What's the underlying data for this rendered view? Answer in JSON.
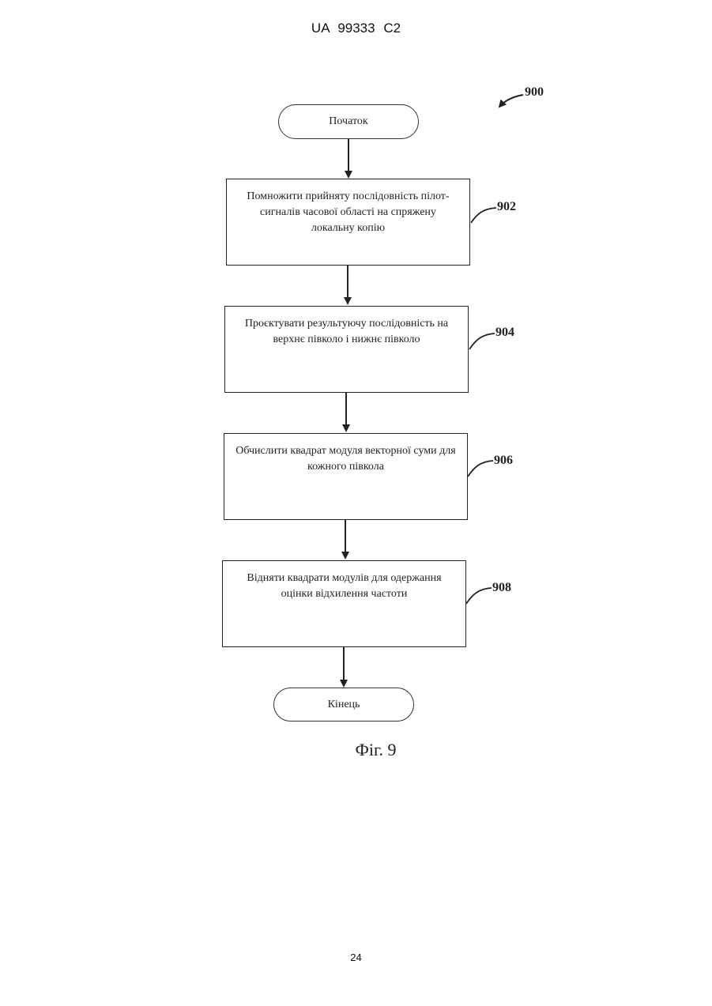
{
  "header": {
    "text": "UA   99333   C2"
  },
  "diagram": {
    "ref": "900",
    "start_label": "Початок",
    "end_label": "Кінець",
    "steps": [
      {
        "ref": "902",
        "text": "Помножити прийняту послідовність пілот-сигналів часової області на спряжену локальну копію"
      },
      {
        "ref": "904",
        "text": "Проєктувати результуючу послідовність на верхнє півколо і нижнє півколо"
      },
      {
        "ref": "906",
        "text": "Обчислити квадрат модуля векторної суми для кожного півкола"
      },
      {
        "ref": "908",
        "text": "Відняти квадрати модулів для одержання оцінки відхилення частоти"
      }
    ]
  },
  "caption": "Фіг. 9",
  "page_number": "24"
}
